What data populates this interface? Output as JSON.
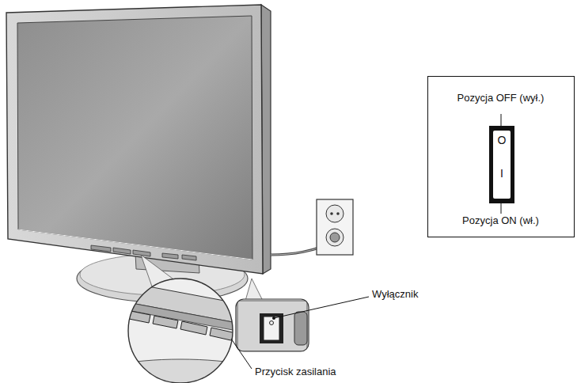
{
  "diagram": {
    "nodes": [
      {
        "text": [
          "Pozycja OFF (wył.)",
          "Pozycja ON (wł.)"
        ]
      },
      {
        "text": [
          "O",
          "I"
        ],
        "in": 0
      }
    ],
    "labels": [
      "Wyłącznik",
      "Przycisk zasilania"
    ]
  }
}
